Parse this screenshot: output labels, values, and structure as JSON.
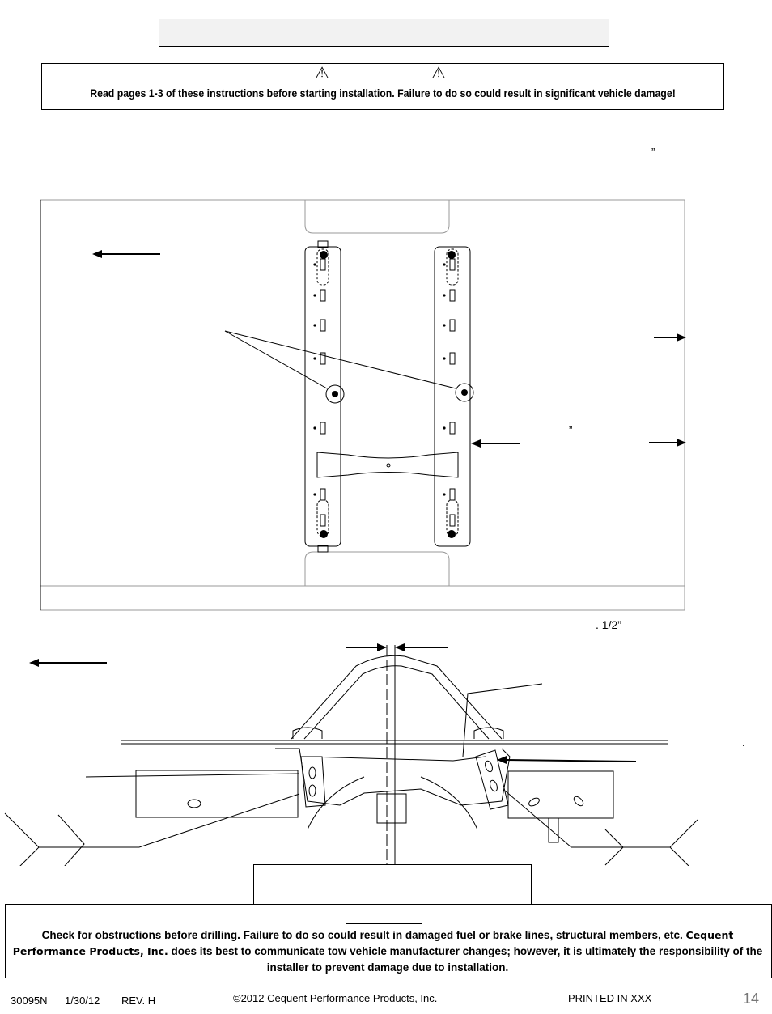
{
  "warning": {
    "icon_left": "⚠",
    "icon_right": "⚠",
    "text": "Read pages 1-3 of these instructions before starting installation. Failure to do so could result in significant vehicle damage!"
  },
  "figure_top": {
    "quote_mark_upper": "”",
    "quote_mark_side": "”"
  },
  "figure_bottom": {
    "dimension_label": ". 1/2”",
    "dot_mark": "."
  },
  "note": {
    "text_part1": "Check for obstructions before drilling. Failure to do so could result in damaged fuel or brake lines, structural members, etc.",
    "text_part2": "Cequent Performance Products, Inc.",
    "text_part3": "does its best to communicate tow vehicle manufacturer changes; however, it is ultimately the responsibility of the installer to prevent damage due to installation."
  },
  "footer": {
    "part_number": "30095N",
    "date": "1/30/12",
    "revision": "REV. H",
    "copyright": "©2012 Cequent Performance Products, Inc.",
    "printed": "PRINTED IN XXX",
    "page": "14"
  },
  "icons": [
    "warning-triangle-icon",
    "arrow-left-icon",
    "arrow-right-icon"
  ]
}
